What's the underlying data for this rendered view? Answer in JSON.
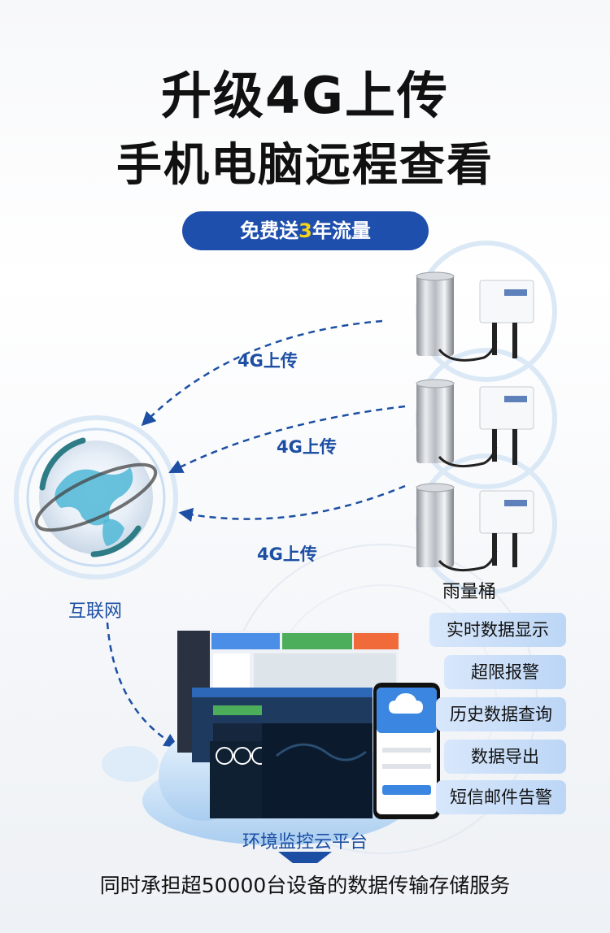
{
  "headline": {
    "line1": "升级4G上传",
    "line2": "手机电脑远程查看"
  },
  "badge": {
    "prefix": "免费送",
    "highlight": "3",
    "suffix": "年流量"
  },
  "upload_labels": [
    "4G上传",
    "4G上传",
    "4G上传"
  ],
  "device_label": "雨量桶",
  "internet_label": "互联网",
  "features": [
    "实时数据显示",
    "超限报警",
    "历史数据查询",
    "数据导出",
    "短信邮件告警"
  ],
  "platform_label": "环境监控云平台",
  "bottom_text": "同时承担超50000台设备的数据传输存储服务",
  "colors": {
    "accent": "#1e4fad",
    "highlight": "#f7d21a"
  }
}
